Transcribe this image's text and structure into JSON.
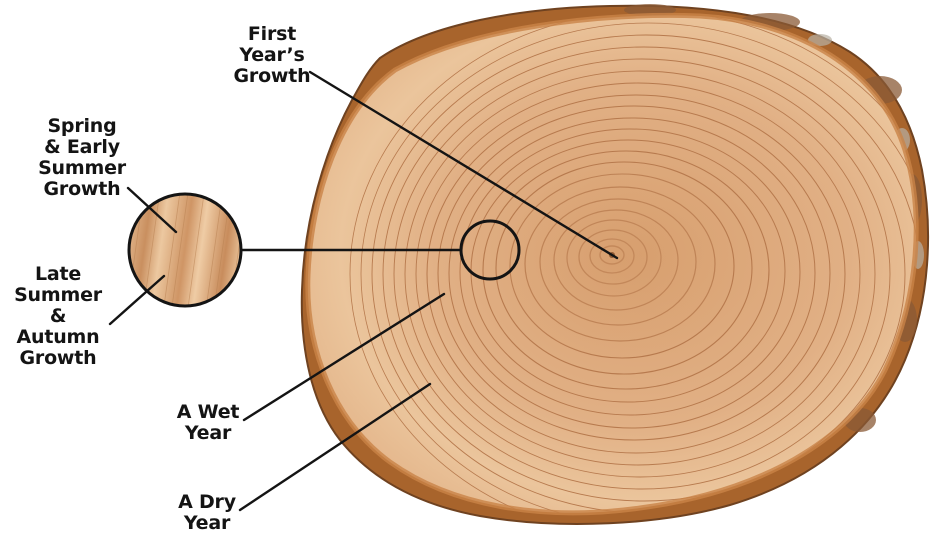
{
  "labels": {
    "first_year": [
      "First",
      "Year’s",
      "Growth"
    ],
    "spring": [
      "Spring",
      "& Early",
      "Summer",
      "Growth"
    ],
    "late_summer": [
      "Late",
      "Summer",
      "&",
      "Autumn",
      "Growth"
    ],
    "wet_year": [
      "A Wet",
      "Year"
    ],
    "dry_year": [
      "A Dry",
      "Year"
    ]
  },
  "colors": {
    "bark": "#a8642c",
    "bark_dark": "#7a4a26",
    "sapwood": "#ecc49a",
    "heartwood": "#d9a172",
    "ring_line": "#b77a4e",
    "leader_line": "#141414",
    "label_text": "#141414"
  }
}
